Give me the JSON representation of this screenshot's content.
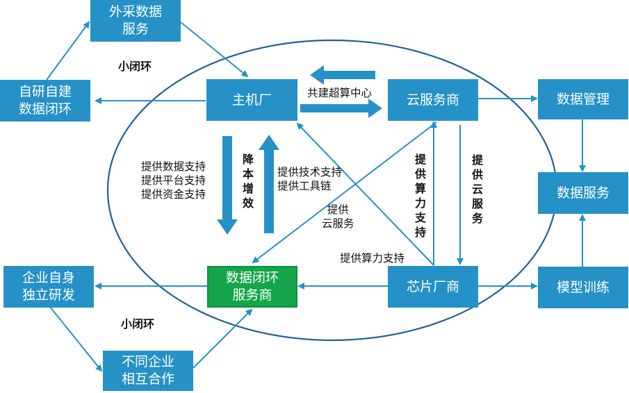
{
  "nodes": {
    "waicai": "外采数据\n服务",
    "ziyan": "自研自建\n数据闭环",
    "zhuji": "主机厂",
    "yunfuwu": "云服务商",
    "shujuguanli": "数据管理",
    "shujufuwu": "数据服务",
    "qiye": "企业自身\n独立研发",
    "bihuan": "数据闭环\n服务商",
    "xinpian": "芯片厂商",
    "moxing": "模型训练",
    "butong": "不同企业\n相互合作"
  },
  "labels": {
    "small_loop_top": "小闭环",
    "small_loop_bottom": "小闭环",
    "cosuper": "共建超算中心",
    "left_support": "提供数据支持\n提供平台支持\n提供资金支持",
    "cost_down": "降本增效",
    "tech_support": "提供技术支持\n提供工具链",
    "cloud_provide": "提供\n云服务",
    "compute_support_v": "提供算力支持",
    "cloud_service_v": "提供云服务",
    "compute_support_h": "提供算力支持"
  },
  "colors": {
    "box_blue": "#2591c6",
    "box_green": "#16a54a",
    "arrow_blue": "#2591c6",
    "ellipse_stroke": "#1f5f9a"
  }
}
